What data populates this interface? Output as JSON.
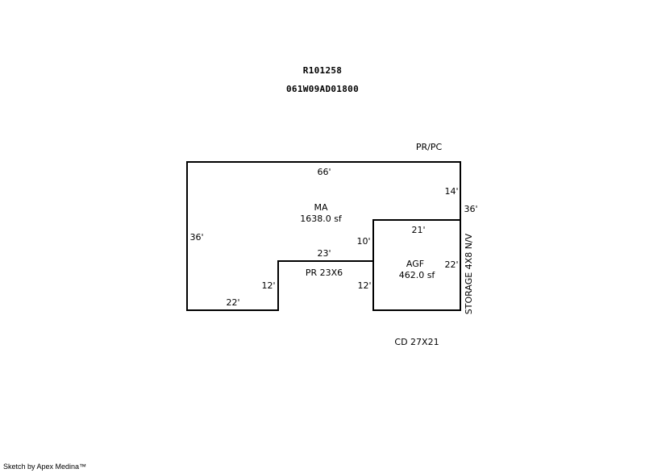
{
  "header": {
    "property_id": "R101258",
    "parcel_number": "061W09AD01800"
  },
  "sketch": {
    "areas": [
      {
        "code": "MA",
        "area": "1638.0 sf"
      },
      {
        "code": "AGF",
        "area": "462.0 sf"
      }
    ],
    "labels": {
      "pr_pc": "PR/PC",
      "pr": "PR  23X6",
      "cd": "CD  27X21",
      "storage": "STORAGE 4X8 N/V"
    },
    "dimensions": {
      "top": "66'",
      "right_upper": "14'",
      "right_total": "36'",
      "left": "36'",
      "agf_top": "21'",
      "agf_left_upper": "10'",
      "agf_right": "22'",
      "notch_top": "23'",
      "notch_right": "12'",
      "notch_left": "12'",
      "bottom_left": "22'"
    }
  },
  "footer": {
    "credit": "Sketch by Apex Medina™"
  }
}
